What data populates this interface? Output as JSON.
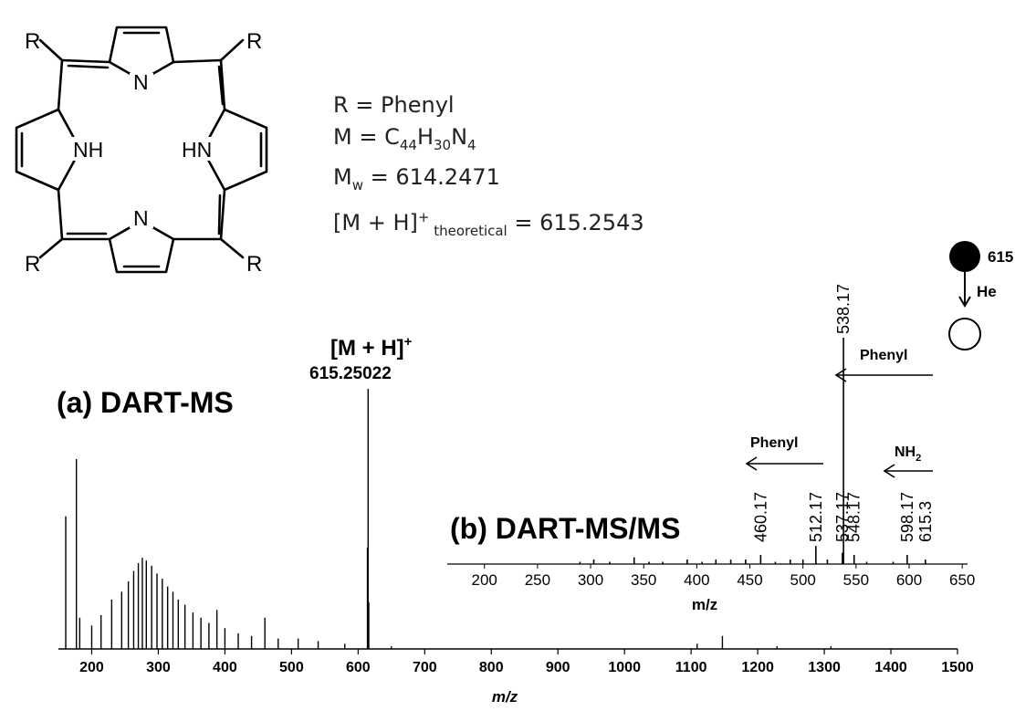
{
  "structure": {
    "r_labels": [
      "R",
      "R",
      "R",
      "R"
    ],
    "nh_left": "NH",
    "nh_right": "HN",
    "n_top": "N",
    "n_bottom": "N"
  },
  "formula": {
    "line1": "R = Phenyl",
    "line2_prefix": "M = C",
    "line2_c": "44",
    "line2_h_prefix": "H",
    "line2_h": "30",
    "line2_n_prefix": "N",
    "line2_n": "4",
    "line3_prefix": "M",
    "line3_sub": "w",
    "line3_value": " = 614.2471",
    "line4_prefix": "[M + H]",
    "line4_sup": "+",
    "line4_sub": " theoretical",
    "line4_value": " =  615.2543"
  },
  "legend_scheme": {
    "precursor_label": "615",
    "gas_label": "He"
  },
  "chart_data": [
    {
      "type": "line",
      "title": "(a) DART-MS",
      "xlabel": "m/z",
      "xlim": [
        150,
        1500
      ],
      "xticks": [
        200,
        300,
        400,
        500,
        600,
        700,
        800,
        900,
        1000,
        1100,
        1200,
        1300,
        1400,
        1500
      ],
      "ylim": [
        0,
        100
      ],
      "annotations": [
        {
          "text": "[M + H]",
          "sup": "+"
        },
        {
          "text": "615.25022"
        }
      ],
      "peaks": [
        {
          "x": 161,
          "y": 51
        },
        {
          "x": 177,
          "y": 73
        },
        {
          "x": 182,
          "y": 12
        },
        {
          "x": 200,
          "y": 9
        },
        {
          "x": 214,
          "y": 13
        },
        {
          "x": 230,
          "y": 19
        },
        {
          "x": 245,
          "y": 22
        },
        {
          "x": 255,
          "y": 26
        },
        {
          "x": 263,
          "y": 30
        },
        {
          "x": 270,
          "y": 33
        },
        {
          "x": 276,
          "y": 35
        },
        {
          "x": 282,
          "y": 34
        },
        {
          "x": 290,
          "y": 32
        },
        {
          "x": 298,
          "y": 29
        },
        {
          "x": 306,
          "y": 27
        },
        {
          "x": 314,
          "y": 24
        },
        {
          "x": 322,
          "y": 22
        },
        {
          "x": 330,
          "y": 19
        },
        {
          "x": 340,
          "y": 17
        },
        {
          "x": 352,
          "y": 14
        },
        {
          "x": 364,
          "y": 12
        },
        {
          "x": 376,
          "y": 10
        },
        {
          "x": 388,
          "y": 15
        },
        {
          "x": 400,
          "y": 8
        },
        {
          "x": 420,
          "y": 6
        },
        {
          "x": 440,
          "y": 5
        },
        {
          "x": 460,
          "y": 12
        },
        {
          "x": 480,
          "y": 4
        },
        {
          "x": 510,
          "y": 4
        },
        {
          "x": 540,
          "y": 3
        },
        {
          "x": 580,
          "y": 2
        },
        {
          "x": 614,
          "y": 39
        },
        {
          "x": 615,
          "y": 100
        },
        {
          "x": 616,
          "y": 18
        },
        {
          "x": 650,
          "y": 1
        },
        {
          "x": 1109,
          "y": 2
        },
        {
          "x": 1147,
          "y": 5
        },
        {
          "x": 1229,
          "y": 1
        },
        {
          "x": 1310,
          "y": 1
        }
      ]
    },
    {
      "type": "line",
      "title": "(b) DART-MS/MS",
      "xlabel": "m/z",
      "xlim": [
        165,
        655
      ],
      "xticks": [
        200,
        250,
        300,
        350,
        400,
        450,
        500,
        550,
        600,
        650
      ],
      "ylim": [
        0,
        100
      ],
      "peak_labels": [
        {
          "x": 460.17,
          "text": "460.17"
        },
        {
          "x": 512.17,
          "text": "512.17"
        },
        {
          "x": 537.17,
          "text": "537.17"
        },
        {
          "x": 538.17,
          "text": "538.17"
        },
        {
          "x": 548.17,
          "text": "548.17"
        },
        {
          "x": 598.17,
          "text": "598.17"
        },
        {
          "x": 615.3,
          "text": "615.3"
        }
      ],
      "arrow_labels": [
        {
          "text": "Phenyl",
          "from_x": 615,
          "to_x": 538
        },
        {
          "text": "Phenyl",
          "from_x": 538,
          "to_x": 460
        },
        {
          "text": "NH",
          "sub": "2",
          "from_x": 615,
          "to_x": 598
        }
      ],
      "peaks": [
        {
          "x": 290,
          "y": 1
        },
        {
          "x": 303,
          "y": 2
        },
        {
          "x": 318,
          "y": 1
        },
        {
          "x": 341,
          "y": 3
        },
        {
          "x": 355,
          "y": 1
        },
        {
          "x": 368,
          "y": 1
        },
        {
          "x": 391,
          "y": 2
        },
        {
          "x": 405,
          "y": 1
        },
        {
          "x": 418,
          "y": 2
        },
        {
          "x": 432,
          "y": 2
        },
        {
          "x": 446,
          "y": 2
        },
        {
          "x": 460.17,
          "y": 4
        },
        {
          "x": 474,
          "y": 1
        },
        {
          "x": 488,
          "y": 2
        },
        {
          "x": 500,
          "y": 2
        },
        {
          "x": 512.17,
          "y": 8
        },
        {
          "x": 523,
          "y": 2
        },
        {
          "x": 537.17,
          "y": 5
        },
        {
          "x": 538.17,
          "y": 100
        },
        {
          "x": 548.17,
          "y": 4
        },
        {
          "x": 560,
          "y": 1
        },
        {
          "x": 585,
          "y": 1
        },
        {
          "x": 598.17,
          "y": 4
        },
        {
          "x": 615.3,
          "y": 2
        }
      ]
    }
  ]
}
